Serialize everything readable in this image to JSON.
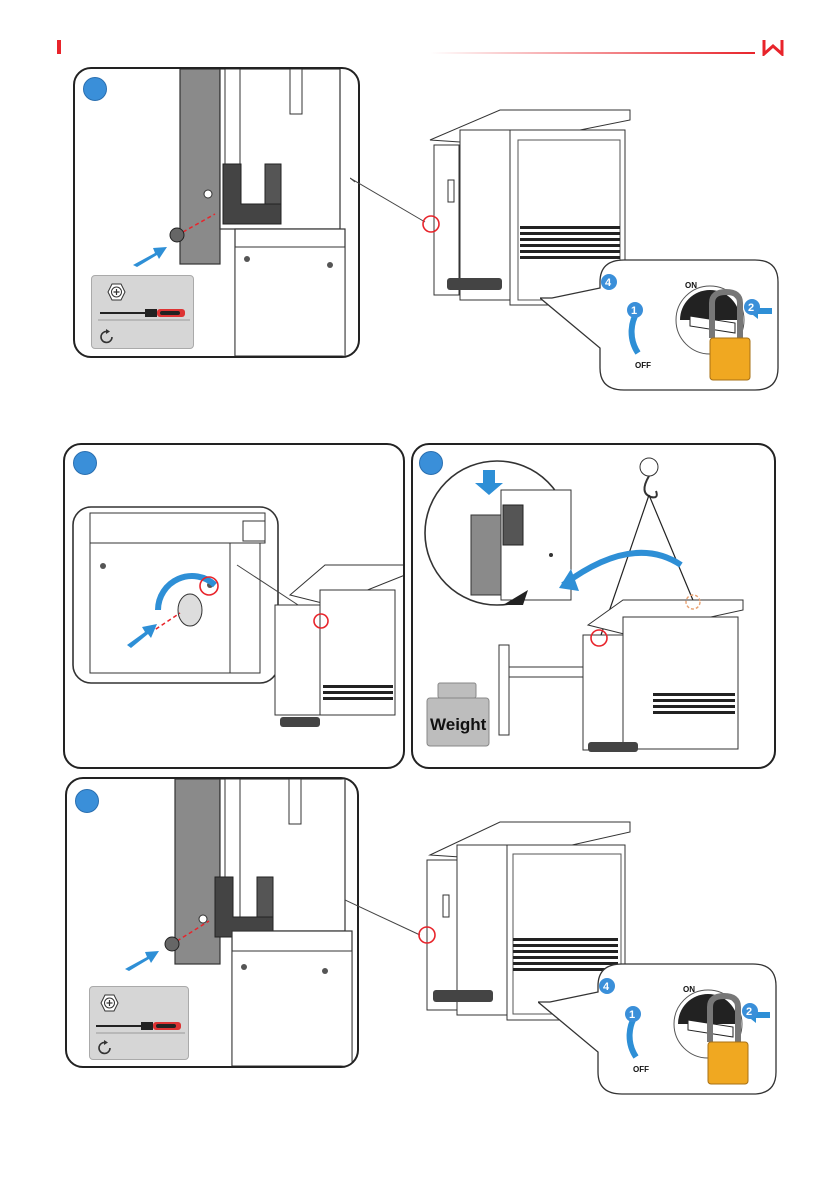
{
  "header": {
    "accent_color": "#e8242b",
    "logo_text": "W"
  },
  "switch": {
    "on_label": "ON",
    "off_label": "OFF",
    "step_off": "1",
    "step_lock": "2",
    "step_on": "4"
  },
  "weight": {
    "label": "Weight"
  },
  "colors": {
    "step_dot": "#3a8fd9",
    "lock_body": "#f0a821",
    "highlight_circle": "#e8242b",
    "arrow": "#2e8fd6",
    "screw_line": "#e8242b"
  },
  "icons": {
    "screw": "phillips-screw-icon",
    "screwdriver": "screwdriver-icon",
    "rotate": "rotate-clockwise-icon"
  }
}
